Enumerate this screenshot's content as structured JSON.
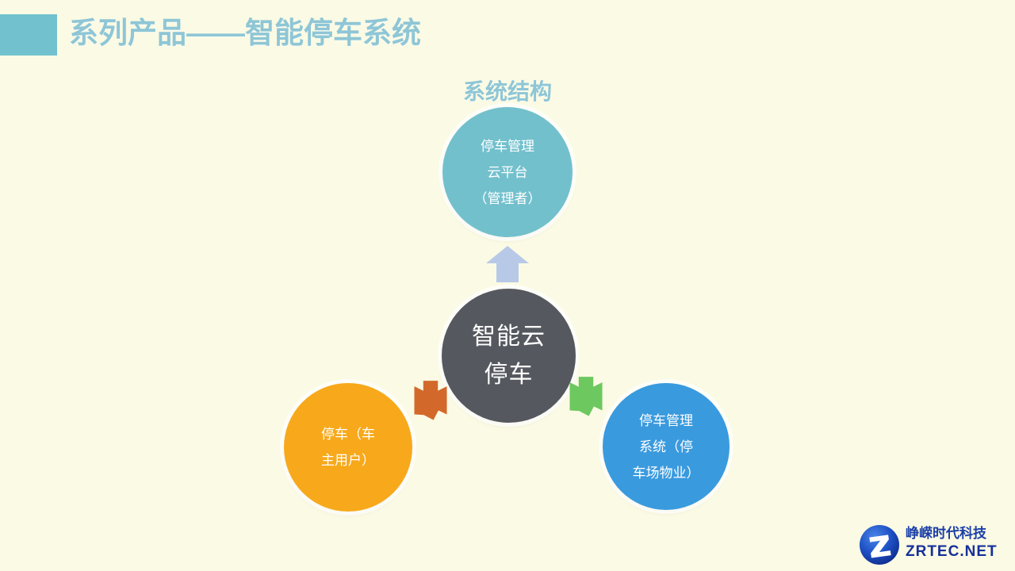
{
  "slide": {
    "background_color": "#fbfae4",
    "header": {
      "title": "系列产品——智能停车系统",
      "title_color": "#8ec6d6",
      "accent_block_color": "#72c1cf",
      "accent_block_name": "title-accent-block"
    },
    "diagram": {
      "subtitle": "系统结构",
      "subtitle_color": "#8ec6d6",
      "nodes": [
        {
          "id": "cloud-platform",
          "label": "停车管理\n云平台\n（管理者）",
          "color": "#73c0cd",
          "position": "top"
        },
        {
          "id": "center",
          "label": "智能云\n停车",
          "color": "#55585f",
          "position": "center"
        },
        {
          "id": "owner",
          "label": "停车（车\n主用户）",
          "color": "#f7a91b",
          "position": "bottom-left"
        },
        {
          "id": "management-system",
          "label": "停车管理\n系统（停\n车场物业）",
          "color": "#3a9ade",
          "position": "bottom-right"
        }
      ],
      "arrows": [
        {
          "id": "arrow-up",
          "icon": "arrow-up-icon",
          "color": "#b8c9e8",
          "direction": "up",
          "from": "center",
          "to": "cloud-platform"
        },
        {
          "id": "arrow-left-orange",
          "icon": "arrow-down-left-icon",
          "color": "#d2692a",
          "direction": "down-left",
          "from": "center",
          "to": "owner"
        },
        {
          "id": "arrow-right-green",
          "icon": "arrow-down-left-icon",
          "color": "#6cc85f",
          "direction": "down-left",
          "from": "center",
          "to": "management-system"
        }
      ]
    },
    "footer": {
      "logo": {
        "mark_letter": "Z",
        "mark_color": "#1d4fc4",
        "company_cn": "峥嵘时代科技",
        "domain": "ZRTEC.NET",
        "text_color": "#16309b"
      }
    }
  }
}
